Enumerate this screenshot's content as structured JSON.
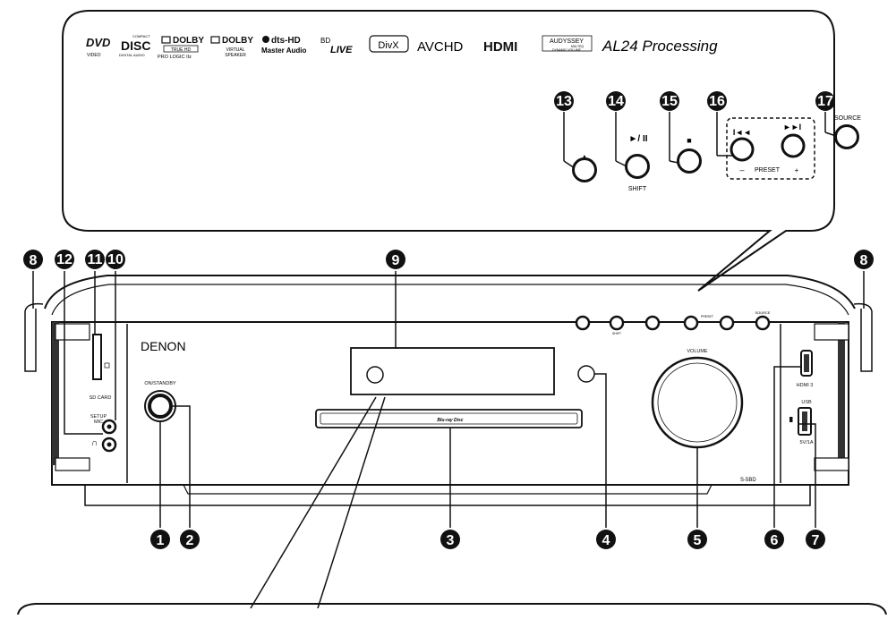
{
  "callouts": [
    "1",
    "2",
    "3",
    "4",
    "5",
    "6",
    "7",
    "8",
    "8",
    "9",
    "10",
    "11",
    "12",
    "13",
    "14",
    "15",
    "16",
    "17"
  ],
  "logos": {
    "dvd": "DVD",
    "dvd_sub": "VIDEO",
    "cd": "COMPACT",
    "cd_main": "DISC",
    "cd_sub": "DIGITAL AUDIO",
    "dolby1": "DOLBY",
    "dolby1_sub1": "TRUE HD",
    "dolby1_sub2": "PRO LOGIC IIz",
    "dolby2": "DOLBY",
    "dolby2_sub1": "VIRTUAL",
    "dolby2_sub2": "SPEAKER",
    "dts": "dts-HD",
    "dts_sub": "Master Audio",
    "bd": "BD",
    "bd_live": "LIVE",
    "divx": "DivX",
    "avchd": "AVCHD",
    "hdmi": "HDMI",
    "audyssey": "AUDYSSEY",
    "audyssey_sub1": "MULTEQ",
    "audyssey_sub2": "DYNAMIC VOLUME",
    "al24": "AL24 Processing"
  },
  "panel_labels": {
    "brand": "DENON",
    "on_standby": "ON/STANDBY",
    "sd_card": "SD CARD",
    "setup_mic": "SETUP",
    "setup_mic2": "MIC",
    "volume": "VOLUME",
    "hdmi3": "HDMI 3",
    "usb": "USB",
    "usb_power": "5V/1A",
    "model": "S-5BD",
    "bluray": "Blu-ray Disc"
  },
  "zoom_labels": {
    "shift": "SHIFT",
    "preset": "PRESET",
    "minus": "–",
    "plus": "+",
    "source": "SOURCE",
    "eject": "▲",
    "play": "►/ II",
    "stop": "■",
    "prev": "I◄◄",
    "next": "►►I"
  },
  "mini_labels": {
    "shift": "SHIFT",
    "preset": "PRESET",
    "source": "SOURCE"
  }
}
